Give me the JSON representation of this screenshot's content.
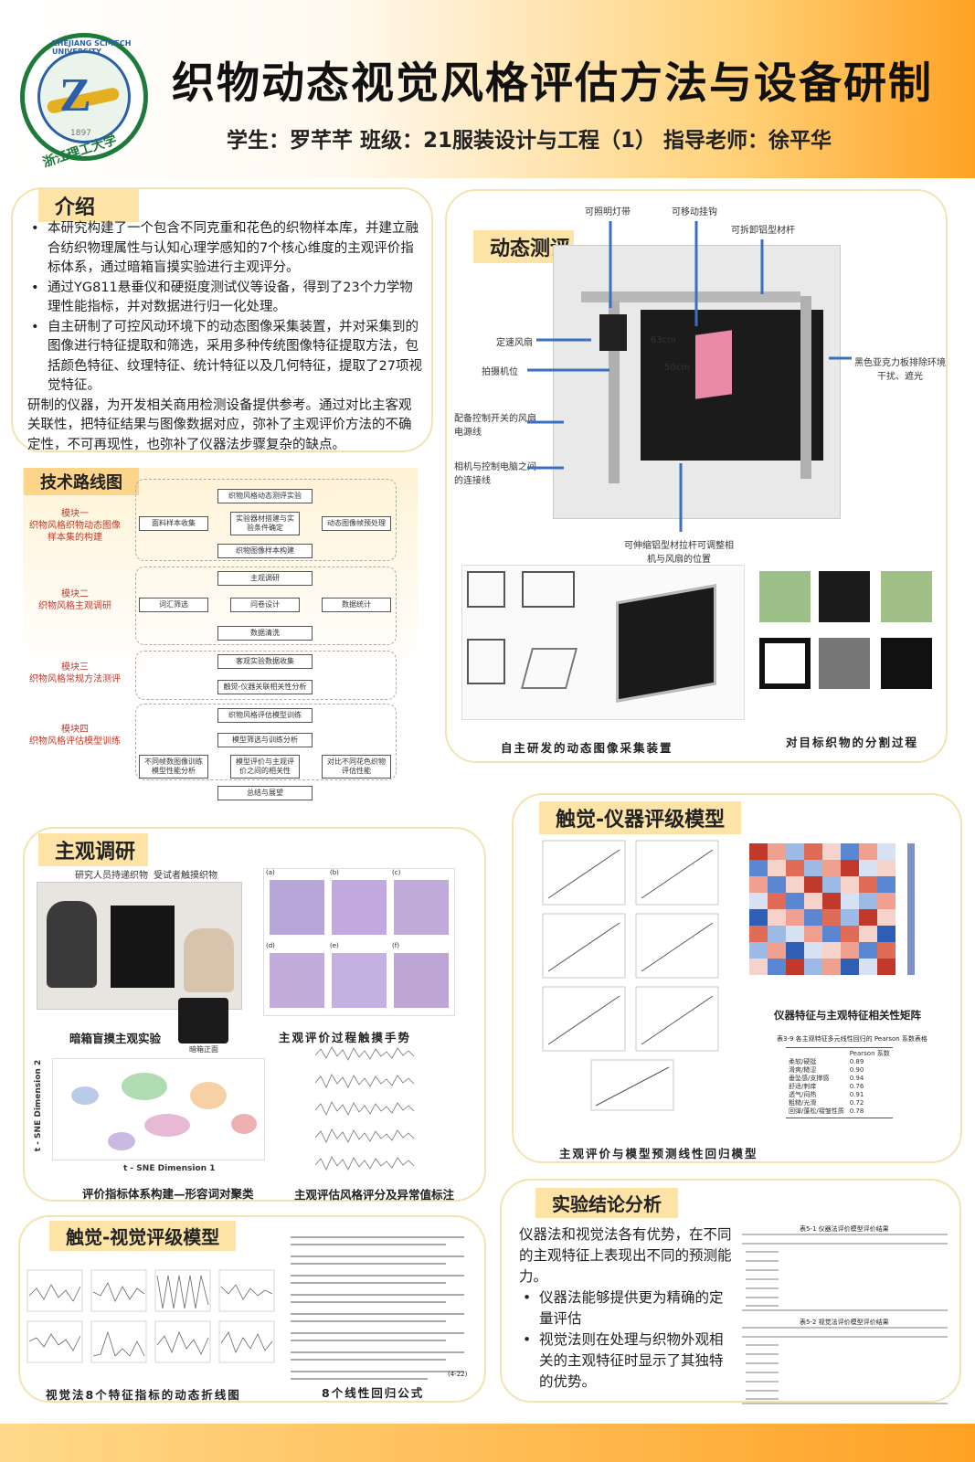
{
  "header": {
    "title": "织物动态视觉风格评估方法与设备研制",
    "subtitle": "学生：罗芊芊  班级：21服装设计与工程（1）  指导老师：徐平华",
    "logo": {
      "en": "ZHEJIANG SCI-TECH UNIVERSITY",
      "cn": "浙江理工大学",
      "year": "1897"
    }
  },
  "intro": {
    "tag": "介绍",
    "bullets": [
      "本研究构建了一个包含不同克重和花色的织物样本库，并建立融合纺织物理属性与认知心理学感知的7个核心维度的主观评价指标体系，通过暗箱盲摸实验进行主观评分。",
      "通过YG811悬垂仪和硬挺度测试仪等设备，得到了23个力学物理性能指标，并对数据进行归一化处理。",
      "自主研制了可控风动环境下的动态图像采集装置，并对采集到的图像进行特征提取和筛选，采用多种传统图像特征提取方法，包括颜色特征、纹理特征、统计特征以及几何特征，提取了27项视觉特征。"
    ],
    "closing": "研制的仪器，为开发相关商用检测设备提供参考。通过对比主客观关联性，把特征结果与图像数据对应，弥补了主观评价方法的不确定性，不可再现性，也弥补了仪器法步骤复杂的缺点。"
  },
  "route": {
    "tag": "技术路线图",
    "modules": [
      {
        "name": "模块一",
        "desc": "织物风格织物动态图像样本集的构建"
      },
      {
        "name": "模块二",
        "desc": "织物风格主观调研"
      },
      {
        "name": "模块三",
        "desc": "织物风格常规方法测评"
      },
      {
        "name": "模块四",
        "desc": "织物风格评估模型训练"
      }
    ],
    "nodes": {
      "n1": "织物风格动态测评实验",
      "n2": "面料样本收集",
      "n3": "实验器材搭建与实验条件确定",
      "n4": "动态图像帧预处理",
      "n5": "织物图像样本构建",
      "n6": "主观调研",
      "n7": "词汇筛选",
      "n8": "问卷设计",
      "n9": "数据统计",
      "n10": "数据清洗",
      "n11": "客观实验数据收集",
      "n12": "触觉-仪器关联相关性分析",
      "n13": "织物风格评估模型训练",
      "n14": "模型筛选与训练分析",
      "n15": "不同帧数图像训练模型性能分析",
      "n16": "模型评价与主观评价之间的相关性",
      "n17": "对比不同花色织物评估性能",
      "n18": "总结与展望"
    }
  },
  "dynamic": {
    "tag": "动态测评",
    "labels": {
      "light": "可照明灯带",
      "hook": "可移动挂钩",
      "rod": "可拆卸铝型材杆",
      "fan": "定速风扇",
      "camera": "拍摄机位",
      "power": "配备控制开关的风扇电源线",
      "cable": "相机与控制电脑之间的连接线",
      "board": "黑色亚克力板排除环境干扰、遮光",
      "pull": "可伸缩铝型材拉杆可调整相机与风扇的位置",
      "dim1": "63cm",
      "dim2": "50cm"
    },
    "cap1": "自主研发的动态图像采集装置",
    "cap2": "对目标织物的分割过程"
  },
  "survey": {
    "tag": "主观调研",
    "labels": {
      "researcher": "研究人员持递织物",
      "subject": "受试者触摸织物",
      "box": "暗箱正面"
    },
    "cap1": "暗箱盲摸主观实验",
    "cap2": "主观评价过程触摸手势",
    "cap3": "评价指标体系构建—形容词对聚类",
    "cap4": "主观评估风格评分及异常值标注",
    "axis_x": "t - SNE Dimension 1",
    "axis_y": "t - SNE Dimension 2",
    "gesture_panels": [
      "(a)",
      "(b)",
      "(c)",
      "(d)",
      "(e)",
      "(f)"
    ]
  },
  "tactile_instr": {
    "tag": "触觉-仪器评级模型",
    "cap1": "仪器特征与主观特征相关性矩阵",
    "cap2": "主观评价与模型预测线性回归模型",
    "table_title": "表3-9 各主观特征多元线性回归的 Pearson 系数表格",
    "table_head": "Pearson 系数",
    "rows": [
      {
        "k": "柔软/硬挺",
        "v": "0.89"
      },
      {
        "k": "滑爽/糙涩",
        "v": "0.90"
      },
      {
        "k": "垂坠感/支撑感",
        "v": "0.94"
      },
      {
        "k": "舒适/刺痒",
        "v": "0.76"
      },
      {
        "k": "透气/闷热",
        "v": "0.91"
      },
      {
        "k": "粗糙/光滑",
        "v": "0.72"
      },
      {
        "k": "回弹/蓬松/褶皱性质",
        "v": "0.78"
      }
    ]
  },
  "tactile_visual": {
    "tag": "触觉-视觉评级模型",
    "cap1": "视觉法8个特征指标的动态折线图",
    "cap2": "8个线性回归公式",
    "eq_ref": "(4-22)"
  },
  "conclusion": {
    "tag": "实验结论分析",
    "lead": "仪器法和视觉法各有优势，在不同的主观特征上表现出不同的预测能力。",
    "bullets": [
      "仪器法能够提供更为精确的定量评估",
      "视觉法则在处理与织物外观相关的主观特征时显示了其独特的优势。"
    ],
    "t1": "表5-1 仪器法评价模型评价结果",
    "t2": "表5-2 视觉法评价模型评价结果"
  },
  "colors": {
    "accent": "#ffa224",
    "tag": "#fde3a6",
    "heat_hi": "#c0392b",
    "heat_lo": "#2e5fb5"
  }
}
